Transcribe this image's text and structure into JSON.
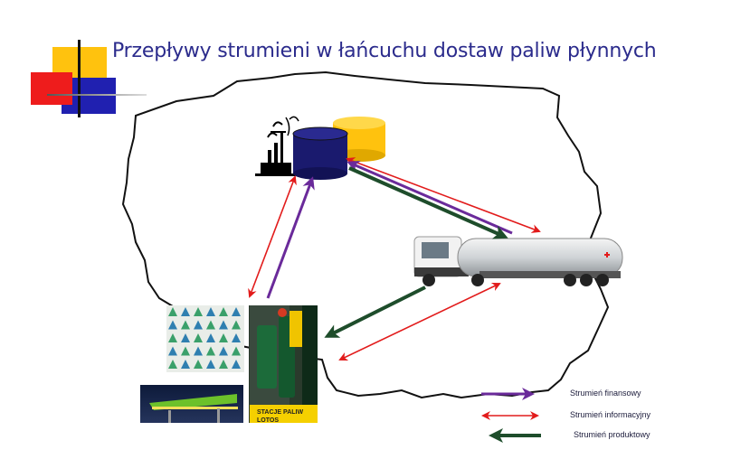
{
  "slide": {
    "title": "Przepływy strumieni w łańcuchu dostaw paliw płynnych"
  },
  "colors": {
    "title": "#2b2b8c",
    "financial": "#6a2a9a",
    "information": "#e21b1b",
    "product": "#1e4d2b",
    "deco_yellow": "#ffc20e",
    "deco_red": "#ee1c1c",
    "deco_blue": "#2020b0",
    "station_yellow": "#f5d000"
  },
  "nodes": {
    "refinery": {
      "name": "refinery-storage-tanks"
    },
    "truck": {
      "name": "fuel-tanker-truck"
    },
    "station": {
      "sign_line1": "STACJE PALIW",
      "sign_line2": "LOTOS"
    }
  },
  "legend": [
    {
      "label": "Strumień finansowy",
      "color": "#6a2a9a",
      "direction": "right"
    },
    {
      "label": "Strumień informacyjny",
      "color": "#e21b1b",
      "direction": "both"
    },
    {
      "label": "Strumień produktowy",
      "color": "#1e4d2b",
      "direction": "left"
    }
  ]
}
